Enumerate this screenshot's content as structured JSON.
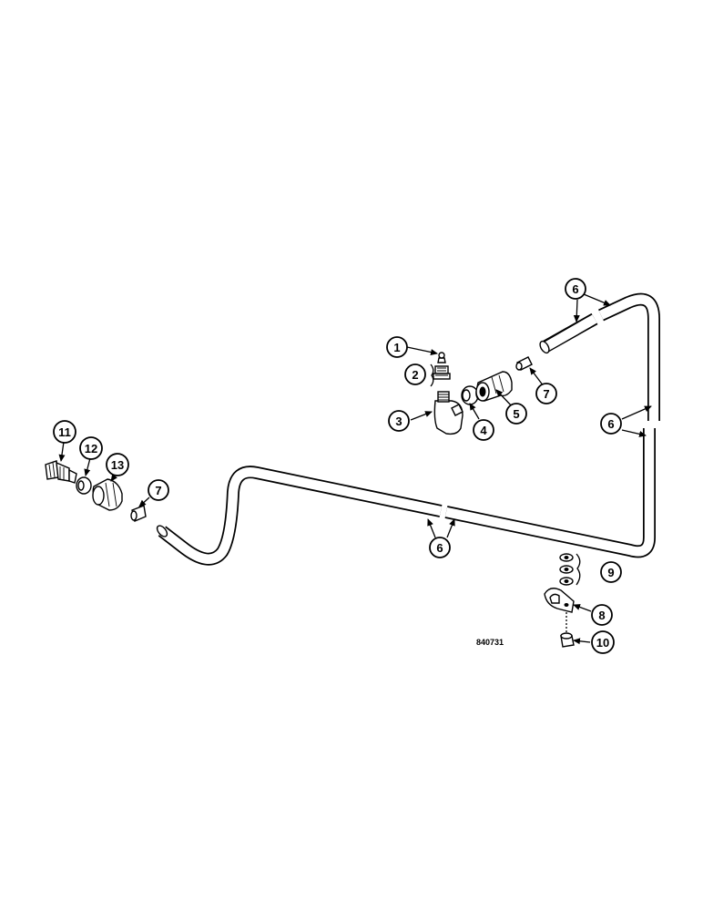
{
  "drawing_code": "840731",
  "callouts": {
    "c1": "1",
    "c2": "2",
    "c3": "3",
    "c4": "4",
    "c5": "5",
    "c6a": "6",
    "c6b": "6",
    "c6c": "6",
    "c7a": "7",
    "c7b": "7",
    "c8": "8",
    "c9": "9",
    "c10": "10",
    "c11": "11",
    "c12": "12",
    "c13": "13"
  }
}
